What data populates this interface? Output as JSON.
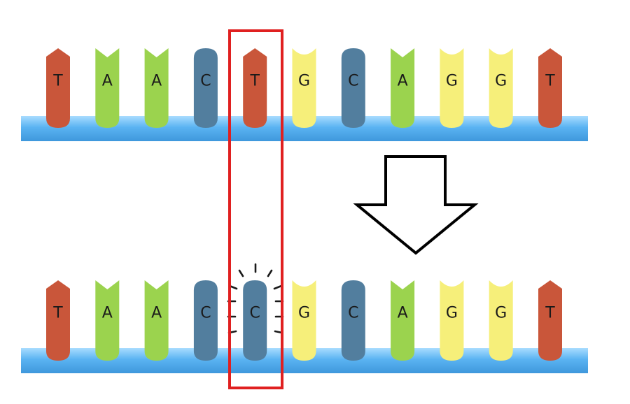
{
  "colors": {
    "T": "#c9563a",
    "A": "#9bd34e",
    "C": "#527e9e",
    "G": "#f6ef7a",
    "backbone": "#5ab3f2",
    "highlight": "#e02020",
    "arrow": "#000000"
  },
  "strands": {
    "original": {
      "bases": [
        "T",
        "A",
        "A",
        "C",
        "T",
        "G",
        "C",
        "A",
        "G",
        "G",
        "T"
      ]
    },
    "mutated": {
      "bases": [
        "T",
        "A",
        "A",
        "C",
        "C",
        "G",
        "C",
        "A",
        "G",
        "G",
        "T"
      ]
    }
  },
  "mutation": {
    "position": 5,
    "from": "T",
    "to": "C"
  },
  "arrow": {
    "direction": "down"
  }
}
